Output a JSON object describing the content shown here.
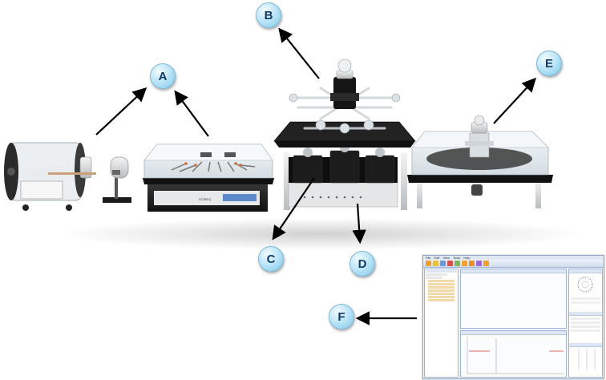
{
  "callouts": {
    "a": "A",
    "b": "B",
    "c": "C",
    "d": "D",
    "e": "E",
    "f": "F"
  },
  "software_screenshot": {
    "menu_items": [
      "File",
      "Edit",
      "View",
      "Tools",
      "Help"
    ],
    "accent_color": "#c8102e",
    "trace_color": "#d23a2a",
    "toolbar_colors": [
      "#f0a030",
      "#e8c040",
      "#6a9ad8",
      "#d65050",
      "#7cb860",
      "#f0a030",
      "#e89030",
      "#9a6ad0",
      "#f0a030"
    ]
  },
  "colors": {
    "arrow": "#000000",
    "callout_text": "#103a66",
    "callout_fill": "#bfe6f8",
    "platform": "#1e1e1e",
    "acrylic": "#e8eef2"
  }
}
